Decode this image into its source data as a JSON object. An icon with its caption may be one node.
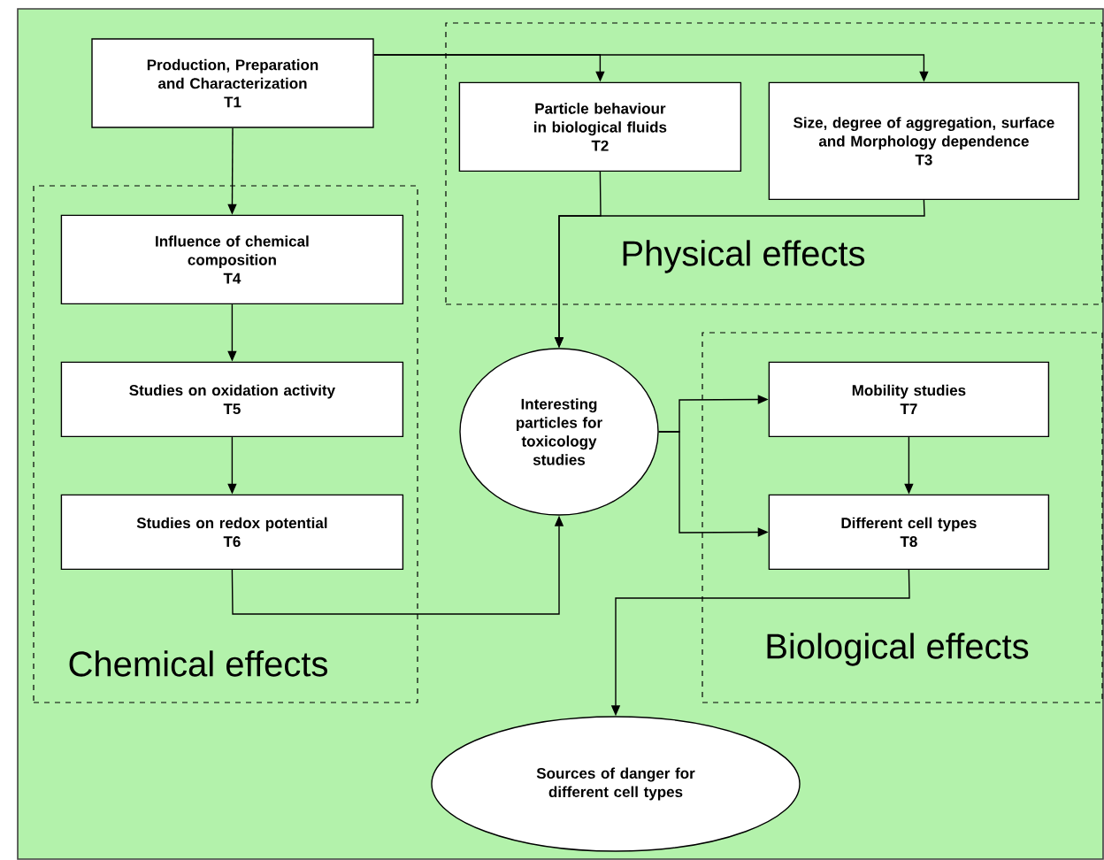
{
  "diagram": {
    "nodes": [
      {
        "text": [
          "Production, Preparation and Characterization",
          "T1"
        ]
      },
      {
        "text": [
          "Physical effects"
        ]
      },
      {
        "text": [
          "Particle behaviour in biological fluids",
          "T2"
        ],
        "in": 1
      },
      {
        "text": [
          "Size, degree of aggregation, surface and Morphology dependence",
          "T3"
        ],
        "in": 1
      },
      {
        "text": [
          "Chemical effects"
        ]
      },
      {
        "text": [
          "Influence of chemical composition",
          "T4"
        ],
        "in": 4
      },
      {
        "text": [
          "Studies on oxidation activity",
          "T5"
        ],
        "in": 4
      },
      {
        "text": [
          "Studies on redox potential",
          "T6"
        ],
        "in": 4
      },
      {
        "text": [
          "Interesting particles for toxicology studies"
        ]
      },
      {
        "text": [
          "Biological effects"
        ]
      },
      {
        "text": [
          "Mobility studies",
          "T7"
        ],
        "in": 9
      },
      {
        "text": [
          "Different cell types",
          "T8"
        ],
        "in": 9
      },
      {
        "text": [
          "Sources of danger for different cell types"
        ]
      }
    ],
    "edges": [
      {
        "from": 0,
        "to": 5,
        "arrow": "to"
      },
      {
        "from": 0,
        "to": 2,
        "arrow": "to"
      },
      {
        "from": 0,
        "to": 3,
        "arrow": "to"
      },
      {
        "from": 2,
        "to": 8,
        "arrow": "to"
      },
      {
        "from": 3,
        "to": 8,
        "arrow": "to"
      },
      {
        "from": 5,
        "to": 6,
        "arrow": "to"
      },
      {
        "from": 6,
        "to": 7,
        "arrow": "to"
      },
      {
        "from": 7,
        "to": 8,
        "arrow": "to"
      },
      {
        "from": 8,
        "to": 10,
        "arrow": "to"
      },
      {
        "from": 8,
        "to": 11,
        "arrow": "to"
      },
      {
        "from": 10,
        "to": 11,
        "arrow": "to"
      },
      {
        "from": 11,
        "to": 12,
        "arrow": "to"
      }
    ]
  }
}
